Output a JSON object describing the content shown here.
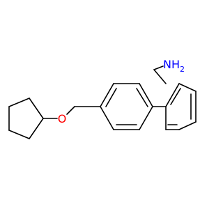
{
  "molecule": {
    "atoms": {
      "oxygen": {
        "symbol": "O",
        "color": "#ff0000"
      },
      "amine": {
        "element": "N",
        "hydrogen": "H",
        "count": "2",
        "color": "#0000ff"
      }
    }
  }
}
